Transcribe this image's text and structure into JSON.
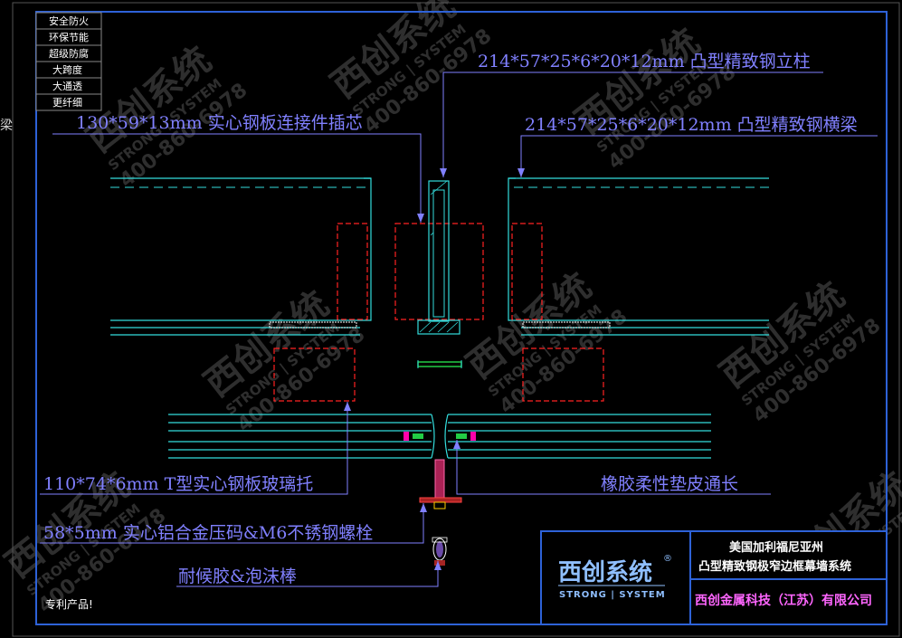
{
  "sheet": {
    "features": [
      "安全防火",
      "环保节能",
      "超级防腐",
      "大跨度",
      "大通透",
      "更纤细"
    ],
    "side_char": "梁",
    "patent_note": "专利产品!"
  },
  "callouts": {
    "mullion": "214*57*25*6*20*12mm 凸型精致钢立柱",
    "insert_core": "130*59*13mm 实心钢板连接件插芯",
    "transom": "214*57*25*6*20*12mm 凸型精致钢横梁",
    "glass_support": "110*74*6mm T型实心钢板玻璃托",
    "rubber_pad": "橡胶柔性垫皮通长",
    "pressure_plate": "58*5mm 实心铝合金压码&M6不锈钢螺栓",
    "sealant": "耐候胶&泡沫棒"
  },
  "title_block": {
    "brand_cn": "西创系统",
    "brand_en": "STRONG | SYSTEM",
    "registered": "®",
    "project_line1": "美国加利福尼亚州",
    "project_line2": "凸型精致钢极窄边框幕墙系统",
    "company": "西创金属科技（江苏）有限公司"
  },
  "watermark": {
    "brand": "西创系统",
    "en": "STRONG | SYSTEM",
    "phone": "400-860-6978"
  },
  "colors": {
    "background": "#000000",
    "frame": "#2e62d8",
    "label": "#8080ff",
    "profile": "#33dddd",
    "hidden": "#ff2222",
    "gasket": "#ff00aa",
    "pressure_plate": "#22cc44"
  }
}
